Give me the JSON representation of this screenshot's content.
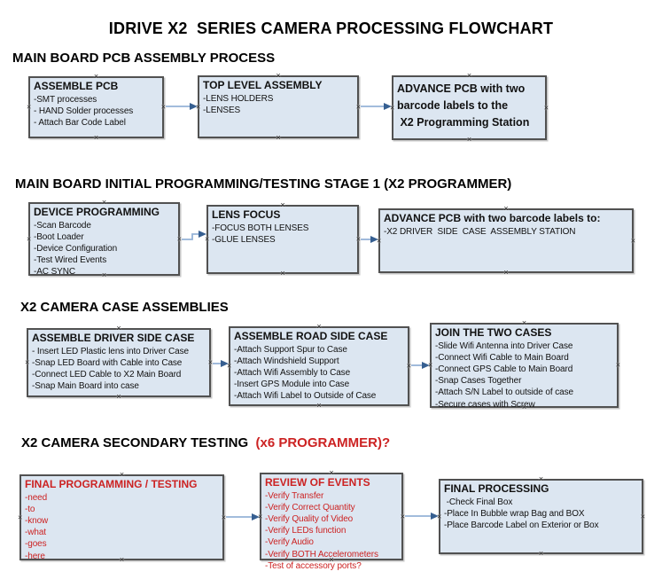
{
  "title": "IDRIVE X2  SERIES CAMERA PROCESSING FLOWCHART",
  "icons": {
    "connection_handle": "×",
    "flow_arrow": "right-arrow"
  },
  "colors": {
    "box_fill": "#dce6f1",
    "box_border": "#515151",
    "red_text": "#cc2222",
    "arrow_line": "#95b3d7",
    "arrow_head": "#365f91",
    "text": "#111111",
    "background": "#ffffff"
  },
  "sections": [
    {
      "heading": "MAIN BOARD PCB ASSEMBLY PROCESS",
      "heading_red": "",
      "boxes": [
        {
          "title": "ASSEMBLE PCB",
          "items": [
            "-SMT processes",
            "- HAND Solder processes",
            "- Attach Bar Code Label"
          ]
        },
        {
          "title": "TOP LEVEL ASSEMBLY",
          "items": [
            "-LENS HOLDERS",
            "-LENSES"
          ]
        },
        {
          "title": "ADVANCE PCB with two",
          "items": [
            "barcode labels to the",
            " X2 Programming Station"
          ]
        }
      ]
    },
    {
      "heading": "MAIN BOARD INITIAL PROGRAMMING/TESTING STAGE 1 (X2 PROGRAMMER)",
      "heading_red": "",
      "boxes": [
        {
          "title": "DEVICE PROGRAMMING",
          "items": [
            "-Scan Barcode",
            "-Boot Loader",
            "-Device Configuration",
            "-Test Wired Events",
            "-AC SYNC"
          ]
        },
        {
          "title": "LENS FOCUS",
          "items": [
            "-FOCUS BOTH LENSES",
            "-GLUE LENSES"
          ]
        },
        {
          "title": "ADVANCE PCB with two barcode labels to:",
          "items": [
            "-X2 DRIVER  SIDE  CASE  ASSEMBLY STATION"
          ]
        }
      ]
    },
    {
      "heading": "X2 CAMERA CASE ASSEMBLIES",
      "heading_red": "",
      "boxes": [
        {
          "title": "ASSEMBLE DRIVER SIDE CASE",
          "items": [
            "- Insert LED Plastic lens into Driver Case",
            "-Snap LED Board with Cable into Case",
            "-Connect LED Cable to X2 Main Board",
            "-Snap Main Board into case"
          ]
        },
        {
          "title": "ASSEMBLE ROAD SIDE CASE",
          "items": [
            "-Attach Support Spur to Case",
            "-Attach Windshield Support",
            "-Attach Wifi Assembly to Case",
            "-Insert GPS Module into Case",
            "-Attach Wifi Label to Outside of Case"
          ]
        },
        {
          "title": "JOIN THE TWO CASES",
          "items": [
            "-Slide Wifi Antenna into Driver Case",
            "-Connect Wifi Cable to Main Board",
            "-Connect GPS Cable to Main Board",
            "-Snap Cases Together",
            "-Attach S/N Label to outside of case",
            "-Secure cases with Screw"
          ]
        }
      ]
    },
    {
      "heading": "X2 CAMERA SECONDARY TESTING  ",
      "heading_red": "(x6 PROGRAMMER)?",
      "boxes": [
        {
          "title": "FINAL PROGRAMMING / TESTING",
          "items": [
            "-need",
            "-to",
            "-know",
            "-what",
            "-goes",
            "-here"
          ]
        },
        {
          "title": "REVIEW OF EVENTS",
          "items": [
            "-Verify Transfer",
            "-Verify Correct Quantity",
            "-Verify Quality of Video",
            "-Verify LEDs function",
            "-Verify Audio",
            "-Verify BOTH Accelerometers",
            "-Test of accessory ports?"
          ]
        },
        {
          "title": "FINAL PROCESSING",
          "items": [
            " -Check Final Box",
            "-Place In Bubble wrap Bag and BOX",
            "-Place Barcode Label on Exterior or Box"
          ]
        }
      ]
    }
  ]
}
